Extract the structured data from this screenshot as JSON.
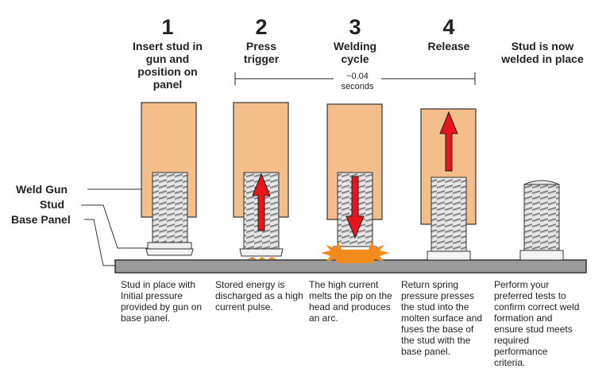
{
  "steps": [
    {
      "number": "1",
      "title": "Insert stud in gun and position on panel",
      "description": "Stud in place with Initial pressure provided by gun on base panel."
    },
    {
      "number": "2",
      "title": "Press trigger",
      "description": "Stored energy is discharged as a high current pulse."
    },
    {
      "number": "3",
      "title": "Welding cycle",
      "description": "The high current melts the pip on the head and produces an arc."
    },
    {
      "number": "4",
      "title": "Release",
      "description": "Return spring pressure presses the stud into the molten surface and fuses the base of the stud with the base panel."
    },
    {
      "number": "",
      "title": "Stud is now welded in place",
      "description": "Perform your preferred tests to confirm correct weld formation and ensure stud meets required performance criteria."
    }
  ],
  "timing": {
    "line1": "~0.04",
    "line2": "seconds"
  },
  "legend": {
    "weld_gun": "Weld Gun",
    "stud": "Stud",
    "base_panel": "Base Panel"
  },
  "colors": {
    "gun_fill": "#F3BE8A",
    "arrow": "#E8141B",
    "panel": "#9B9B9B",
    "spark": "#F38B1C"
  }
}
